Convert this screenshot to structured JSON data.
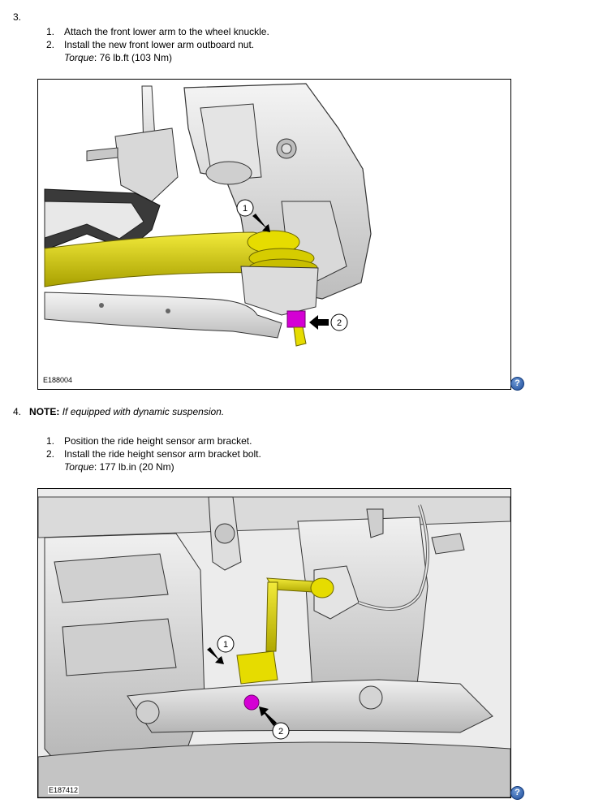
{
  "step3": {
    "number": "3.",
    "items": [
      {
        "n": "1.",
        "text": "Attach the front lower arm to the wheel knuckle."
      },
      {
        "n": "2.",
        "text": "Install the new front lower arm outboard nut."
      }
    ],
    "torque_label": "Torque",
    "torque_value": ": 76 lb.ft (103 Nm)",
    "figure_id": "E188004",
    "callouts": [
      "1",
      "2"
    ]
  },
  "step4": {
    "number": "4.",
    "note_label": "NOTE:",
    "note_text": "If equipped with dynamic suspension.",
    "items": [
      {
        "n": "1.",
        "text": "Position the ride height sensor arm bracket."
      },
      {
        "n": "2.",
        "text": "Install the ride height sensor arm bracket bolt."
      }
    ],
    "torque_label": "Torque",
    "torque_value": ": 177 lb.in (20 Nm)",
    "figure_id": "E187412",
    "callouts": [
      "1",
      "2"
    ]
  },
  "help_icon_label": "?",
  "colors": {
    "highlight_yellow": "#e6dc00",
    "highlight_magenta": "#d400d4",
    "help_blue": "#2a5fb0"
  }
}
